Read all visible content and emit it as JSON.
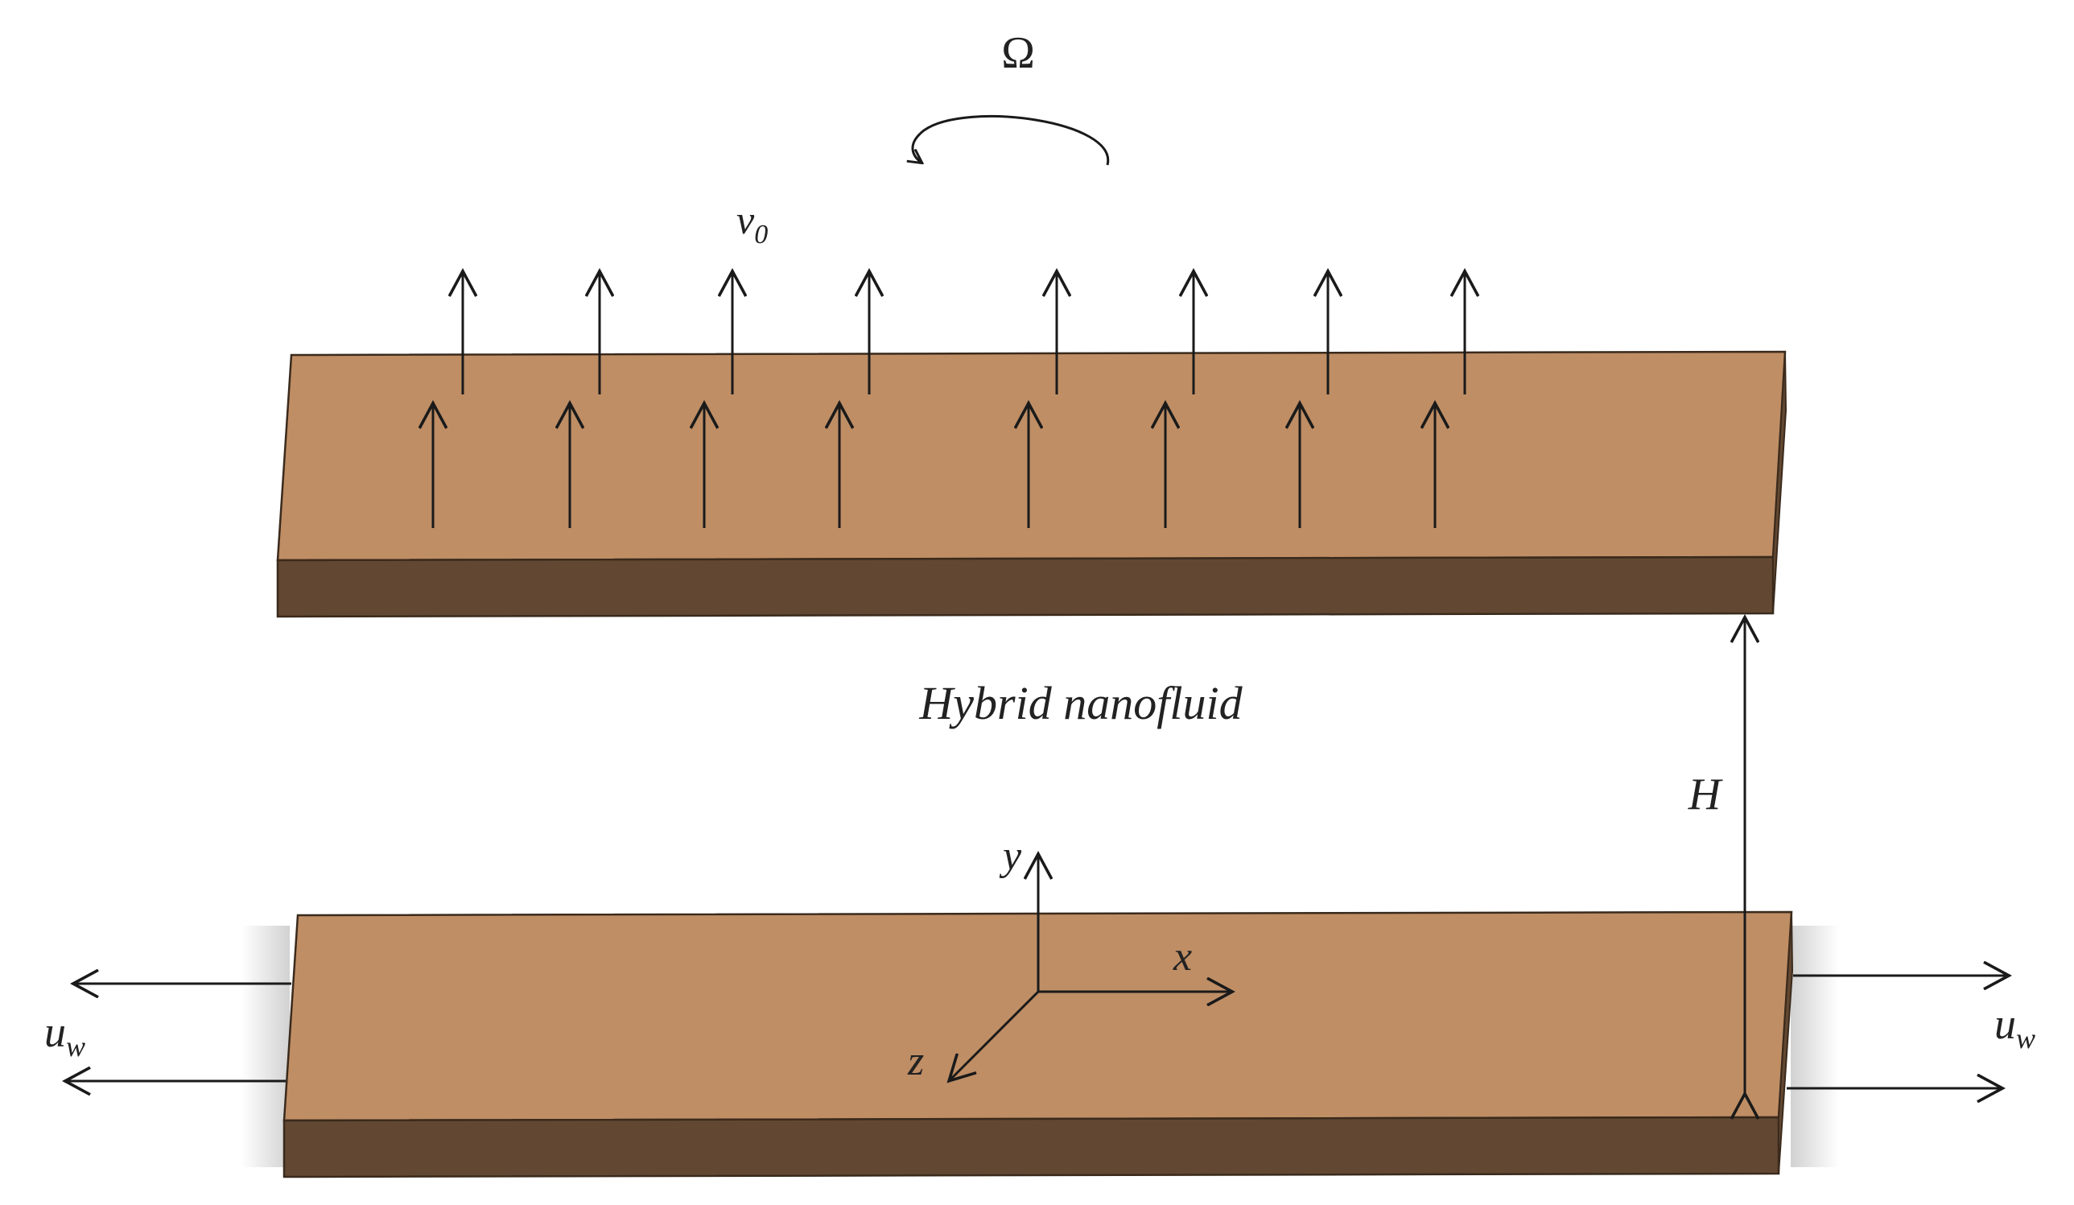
{
  "labels": {
    "omega": "Ω",
    "v0_main": "v",
    "v0_sub": "0",
    "fluid": "Hybrid nanofluid",
    "height": "H",
    "axis_y": "y",
    "axis_x": "x",
    "axis_z": "z",
    "uw_left_main": "u",
    "uw_left_sub": "w",
    "uw_right_main": "u",
    "uw_right_sub": "w"
  },
  "colors": {
    "plate_top": "#BF8E65",
    "plate_side": "#624832",
    "edge": "#3a2a1c",
    "line": "#1a1a1a"
  }
}
